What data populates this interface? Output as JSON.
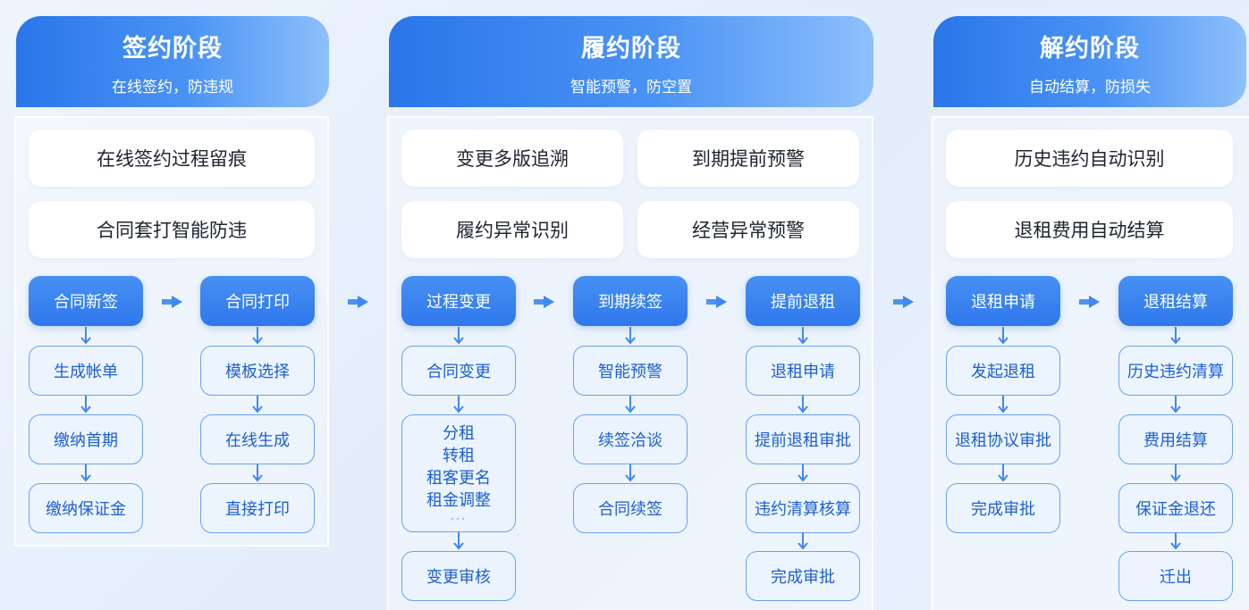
{
  "stages": [
    {
      "title": "签约阶段",
      "subtitle": "在线签约，防违规",
      "features": [
        "在线签约过程留痕",
        "合同套打智能防违"
      ],
      "flows": [
        {
          "head": "合同新签",
          "steps": [
            "生成帐单",
            "缴纳首期",
            "缴纳保证金"
          ]
        },
        {
          "head": "合同打印",
          "steps": [
            "模板选择",
            "在线生成",
            "直接打印"
          ]
        }
      ]
    },
    {
      "title": "履约阶段",
      "subtitle": "智能预警，防空置",
      "features": [
        "变更多版追溯",
        "到期提前预警",
        "履约异常识别",
        "经营异常预警"
      ],
      "flows": [
        {
          "head": "过程变更",
          "steps": [
            "合同变更",
            "变更审核"
          ],
          "multi": [
            "分租",
            "转租",
            "租客更名",
            "租金调整",
            "···"
          ]
        },
        {
          "head": "到期续签",
          "steps": [
            "智能预警",
            "续签洽谈",
            "合同续签"
          ]
        },
        {
          "head": "提前退租",
          "steps": [
            "退租申请",
            "提前退租审批",
            "违约清算核算",
            "完成审批"
          ]
        }
      ]
    },
    {
      "title": "解约阶段",
      "subtitle": "自动结算，防损失",
      "features": [
        "历史违约自动识别",
        "退租费用自动结算"
      ],
      "flows": [
        {
          "head": "退租申请",
          "steps": [
            "发起退租",
            "退租协议审批",
            "完成审批"
          ]
        },
        {
          "head": "退租结算",
          "steps": [
            "历史违约清算",
            "费用结算",
            "保证金退还",
            "迁出"
          ]
        }
      ]
    }
  ],
  "colors": {
    "primary": "#2e78ec",
    "node_border": "#6aa2f1",
    "node_text": "#1d5fd6",
    "arrow": "#4a93f5"
  }
}
